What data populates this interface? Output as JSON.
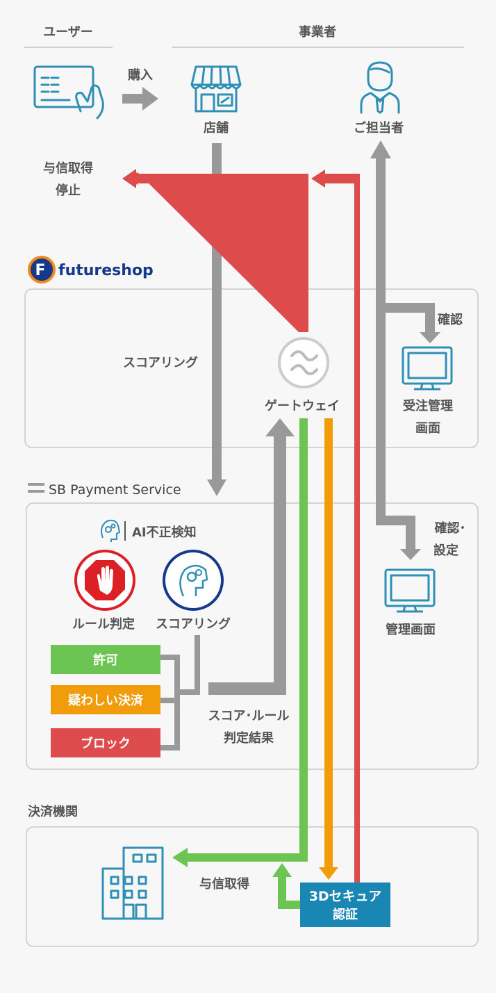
{
  "header": {
    "user_title": "ユーザー",
    "business_title": "事業者"
  },
  "top": {
    "purchase_label": "購入",
    "store_label": "店舗",
    "staff_label": "ご担当者",
    "credit_stop_line1": "与信取得",
    "credit_stop_line2": "停止"
  },
  "futureshop": {
    "logo_letter": "F",
    "logo_text": "futureshop",
    "scoring_label": "スコアリング",
    "gateway_label": "ゲートウェイ",
    "confirm_label": "確認",
    "order_mgmt_line1": "受注管理",
    "order_mgmt_line2": "画面"
  },
  "sbps": {
    "logo_text": "SB Payment Service",
    "ai_label": "AI不正検知",
    "rule_label": "ルール判定",
    "scoring_label": "スコアリング",
    "allow_label": "許可",
    "suspicious_label": "疑わしい決済",
    "block_label": "ブロック",
    "result_line1": "スコア･ルール",
    "result_line2": "判定結果",
    "confirm_line1": "確認･",
    "confirm_line2": "設定",
    "mgmt_label": "管理画面"
  },
  "bank": {
    "section_label": "決済機関",
    "credit_label": "与信取得",
    "secure_line1": "3Dセキュア",
    "secure_line2": "認証"
  },
  "colors": {
    "gray_arrow": "#999999",
    "red_arrow": "#dd4b4d",
    "green_arrow": "#6cc552",
    "orange_arrow": "#f09c0b",
    "blue_icon": "#2f8fb5",
    "navy": "#17398a",
    "secure_box": "#1a86b3"
  }
}
